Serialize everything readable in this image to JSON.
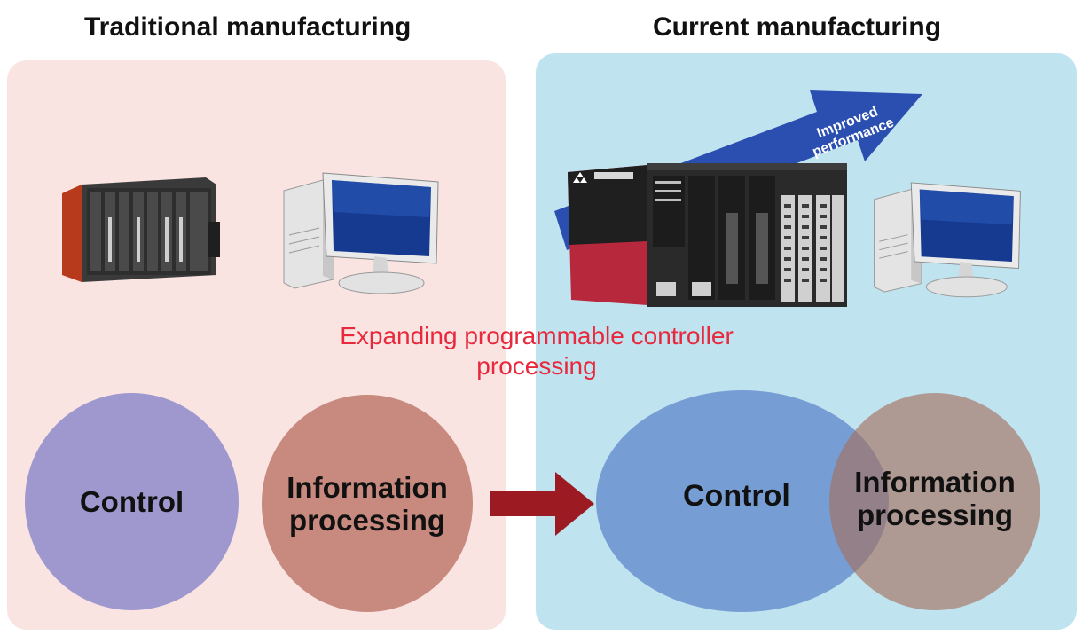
{
  "headings": {
    "left": "Traditional manufacturing",
    "right": "Current manufacturing"
  },
  "left_panel": {
    "control_label": "Control",
    "info_label_line1": "Information",
    "info_label_line2": "processing"
  },
  "right_panel": {
    "control_label": "Control",
    "info_label_line1": "Information",
    "info_label_line2": "processing",
    "arrow_label_line1": "Improved",
    "arrow_label_line2": "performance"
  },
  "center_note": {
    "line1": "Expanding programmable controller",
    "line2": "processing"
  },
  "colors": {
    "left_bg": "#f9e4e2",
    "right_bg": "#bfe3ef",
    "control_left": "#9f98cf",
    "info_left": "#c88a7e",
    "control_right": "#6f95d2",
    "info_right": "#a56e5a",
    "transition_arrow": "#9c1b22",
    "performance_arrow": "#2b4fb0",
    "note_text": "#e8283c"
  },
  "icons": [
    "plc-hardware-legacy-icon",
    "desktop-computer-icon",
    "plc-hardware-modern-icon",
    "performance-arrow-icon",
    "transition-arrow-icon"
  ]
}
